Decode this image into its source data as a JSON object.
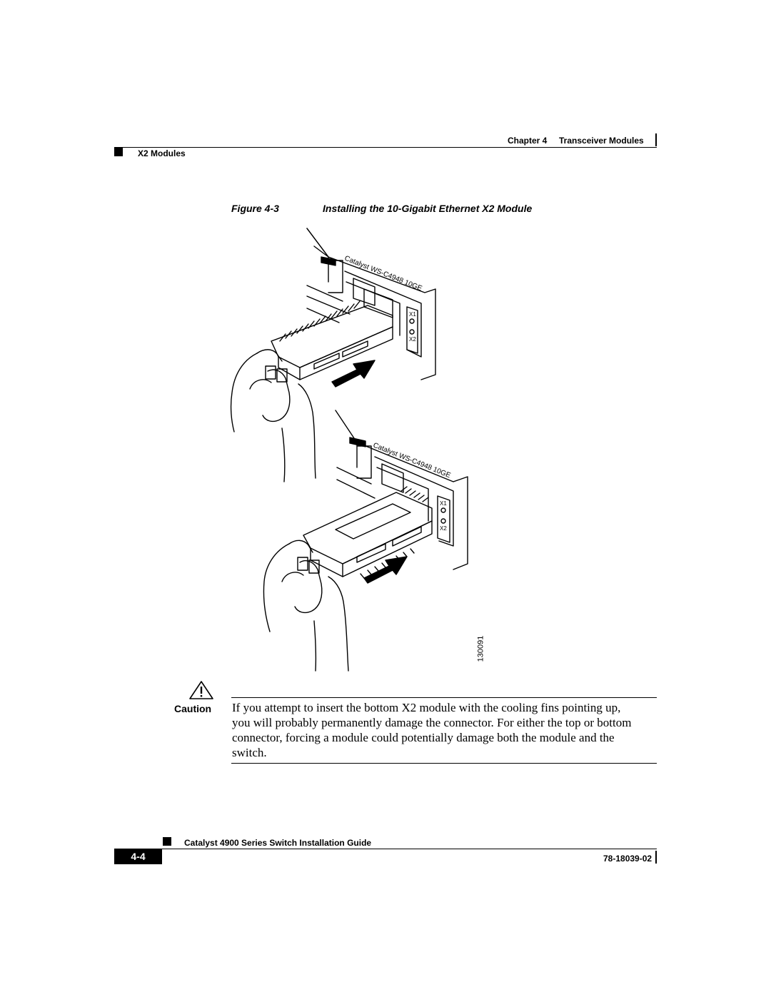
{
  "header": {
    "chapter_label": "Chapter 4",
    "chapter_title": "Transceiver Modules",
    "section": "X2 Modules"
  },
  "figure": {
    "number": "Figure 4-3",
    "title": "Installing the 10-Gigabit Ethernet X2 Module",
    "id_number": "130091",
    "device_label": "Catalyst WS-C4948 10GE",
    "port_labels": [
      "X1",
      "X2"
    ]
  },
  "caution": {
    "label": "Caution",
    "lines": [
      "If you attempt to insert the bottom X2 module with the cooling fins pointing up,",
      "you will probably permanently damage the connector. For either the top or bottom",
      "connector, forcing a module could potentially damage both the module and the",
      "switch."
    ]
  },
  "footer": {
    "guide_title": "Catalyst 4900 Series Switch Installation Guide",
    "page_number": "4-4",
    "doc_number": "78-18039-02"
  }
}
